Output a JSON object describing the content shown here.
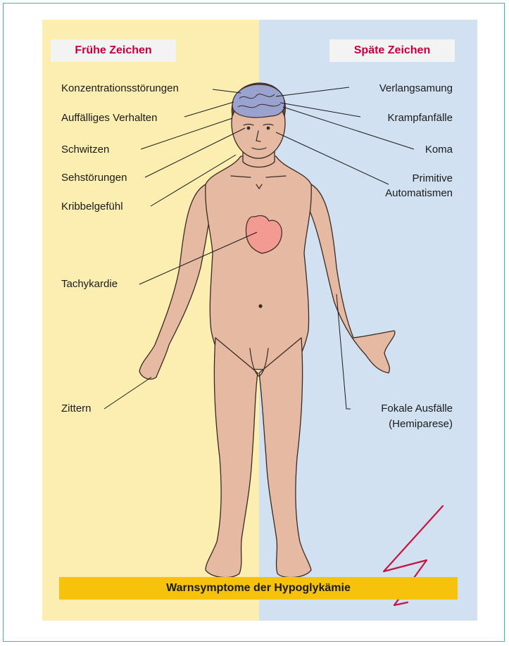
{
  "headers": {
    "early": "Frühe Zeichen",
    "late": "Späte Zeichen"
  },
  "early_signs": [
    "Konzentrationsstörungen",
    "Auffälliges Verhalten",
    "Schwitzen",
    "Sehstörungen",
    "Kribbelgefühl",
    "Tachykardie",
    "Zittern"
  ],
  "late_signs": [
    "Verlangsamung",
    "Krampfanfälle",
    "Koma",
    "Primitive",
    "Automatismen",
    "Fokale Ausfälle",
    "(Hemiparese)"
  ],
  "banner": "Warnsymptome der Hypoglykämie",
  "colors": {
    "early_panel": "#fbeeb0",
    "late_panel": "#d2e1f2",
    "header_text": "#c4003c",
    "banner": "#f7c20c",
    "skin": "#e6b9a2",
    "heart": "#f39a92",
    "lightning": "#c8143c"
  }
}
